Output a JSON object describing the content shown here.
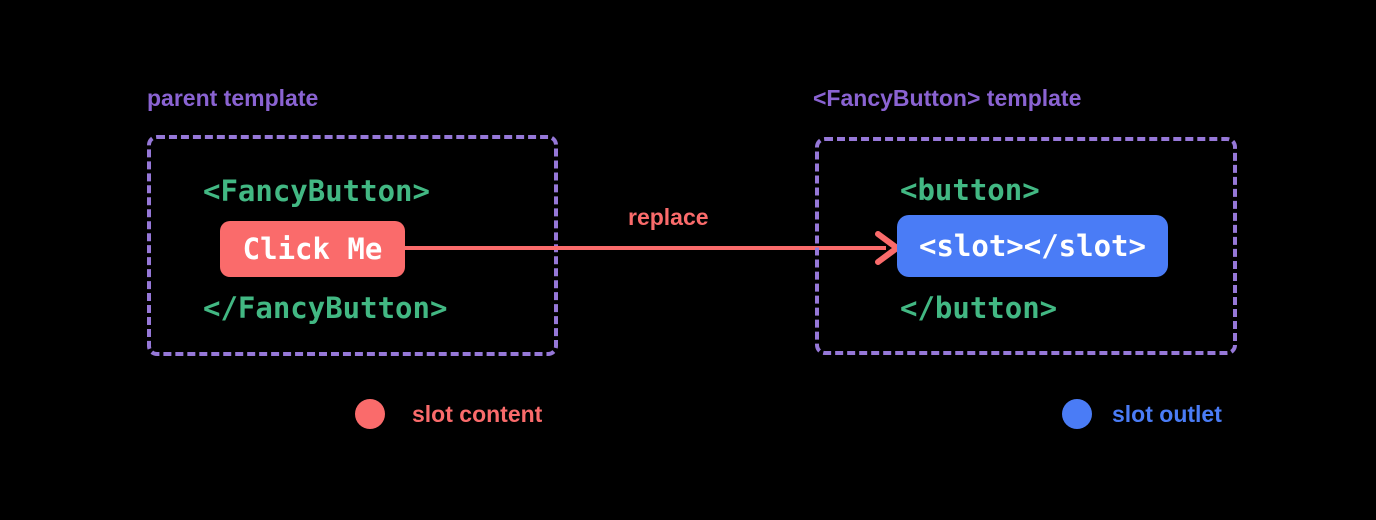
{
  "colors": {
    "background": "#000000",
    "purple_title": "#8a63d2",
    "purple_dashed_border": "#9678d8",
    "code_green": "#42b883",
    "slot_content_red": "#fa6b6b",
    "slot_outlet_blue": "#4a7cf6",
    "code_on_fill_white": "#ffffff"
  },
  "icons": {
    "arrow": "arrow-right-red",
    "legend_content_dot": "red-circle",
    "legend_outlet_dot": "blue-circle"
  },
  "parent_panel": {
    "title": "parent template",
    "open_tag": "<FancyButton>",
    "button_label": "Click Me",
    "close_tag": "</FancyButton>"
  },
  "arrow": {
    "label": "replace"
  },
  "fancy_panel": {
    "title": "<FancyButton> template",
    "open_tag": "<button>",
    "slot_code": "<slot></slot>",
    "close_tag": "</button>"
  },
  "legend": {
    "slot_content": {
      "label": "slot content",
      "color": "#fa6b6b"
    },
    "slot_outlet": {
      "label": "slot outlet",
      "color": "#4a7cf6"
    }
  }
}
